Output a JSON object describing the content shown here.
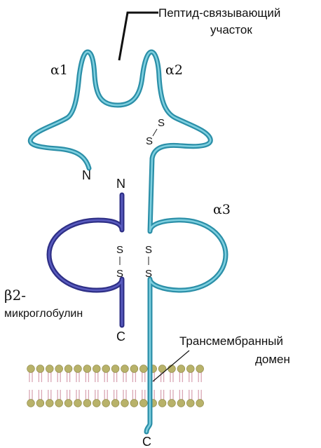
{
  "labels": {
    "peptide_binding_line1": "Пептид-связывающий",
    "peptide_binding_line2": "участок",
    "alpha1": "α1",
    "alpha2": "α2",
    "alpha3": "α3",
    "beta2_line1": "β2-",
    "beta2_line2": "микроглобулин",
    "transmembrane_line1": "Трансмембранный",
    "transmembrane_line2": "домен",
    "heavy_chain_n": "N",
    "heavy_chain_c": "C",
    "beta2_n": "N",
    "beta2_c": "C",
    "disulfide_s": "S"
  },
  "colors": {
    "heavy_chain": "#2b8fa8",
    "heavy_chain_light": "#7fd0e0",
    "beta2_chain": "#2e2f86",
    "membrane_head": "#b8b26a",
    "membrane_tail": "#d9a6b4"
  }
}
